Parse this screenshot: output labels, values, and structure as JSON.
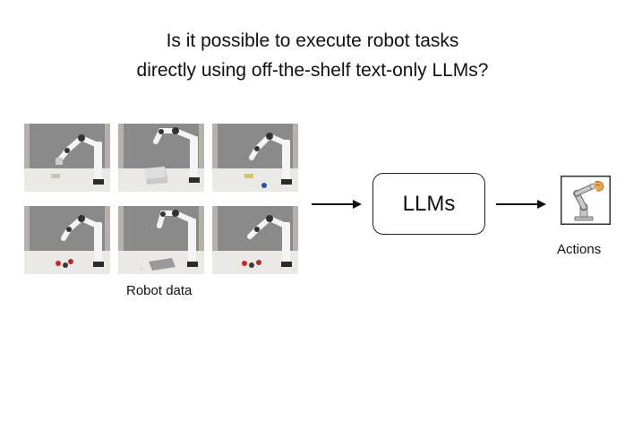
{
  "title": {
    "line1": "Is it possible to execute robot tasks",
    "line2": "directly using off-the-shelf text-only LLMs?"
  },
  "robot_data": {
    "caption": "Robot data",
    "images": [
      {
        "id": "robot-scene-1"
      },
      {
        "id": "robot-scene-2"
      },
      {
        "id": "robot-scene-3"
      },
      {
        "id": "robot-scene-4"
      },
      {
        "id": "robot-scene-5"
      },
      {
        "id": "robot-scene-6"
      }
    ]
  },
  "model_box": {
    "label": "LLMs"
  },
  "actions": {
    "caption": "Actions",
    "icon": "robot-arm-icon"
  },
  "colors": {
    "text": "#111111",
    "box_border": "#222222",
    "arrow": "#111111",
    "robot_arm_icon": "#b9b9b9",
    "robot_gripper_icon": "#f0a64a"
  }
}
